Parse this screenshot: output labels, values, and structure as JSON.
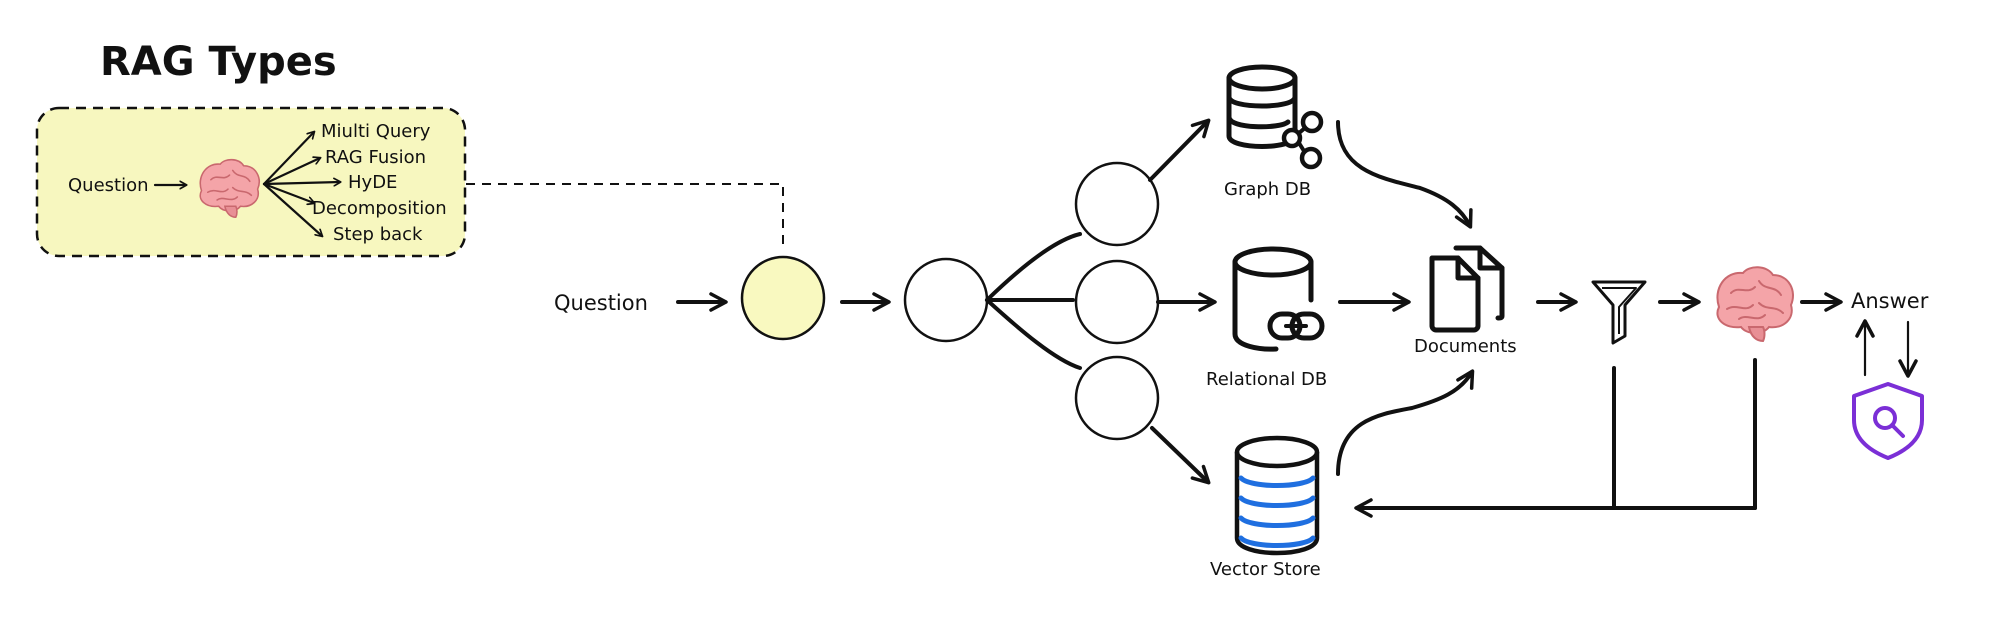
{
  "title": "RAG Types",
  "query_box": {
    "question_label": "Question",
    "techniques": [
      "Miulti Query",
      "RAG Fusion",
      "HyDE",
      "Decomposition",
      "Step back"
    ]
  },
  "main": {
    "question_label": "Question",
    "graph_db_label": "Graph DB",
    "relational_db_label": "Relational DB",
    "vector_store_label": "Vector Store",
    "documents_label": "Documents",
    "answer_label": "Answer"
  },
  "colors": {
    "query_box_fill": "#f7f7bf",
    "highlight_circle_fill": "#f9f9c0",
    "brain": "#f4a4a8",
    "vector_lines": "#1f6fe0",
    "shield": "#7b2fd6"
  },
  "icons": [
    "brain-icon",
    "graph-db-icon",
    "relational-db-icon",
    "vector-store-icon",
    "documents-icon",
    "filter-icon",
    "shield-search-icon"
  ]
}
